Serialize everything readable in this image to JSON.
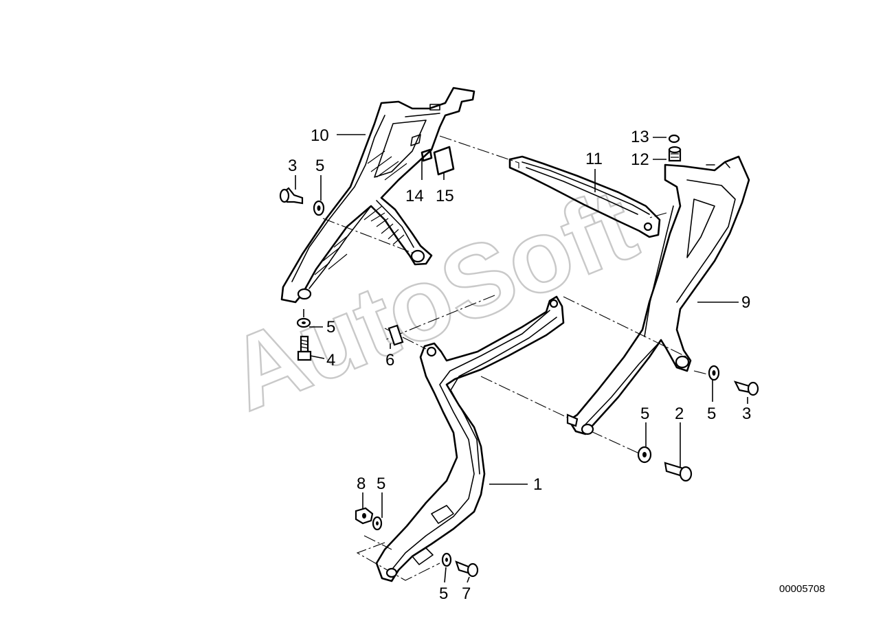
{
  "watermark": "AutoSoft",
  "diagram_ref": "00005708",
  "callouts": {
    "p1": "1",
    "p2": "2",
    "p3a": "3",
    "p3b": "3",
    "p4": "4",
    "p5a": "5",
    "p5b": "5",
    "p5c": "5",
    "p5d": "5",
    "p5e": "5",
    "p5f": "5",
    "p6": "6",
    "p7": "7",
    "p8": "8",
    "p9": "9",
    "p10": "10",
    "p11": "11",
    "p12": "12",
    "p13": "13",
    "p14": "14",
    "p15": "15"
  }
}
